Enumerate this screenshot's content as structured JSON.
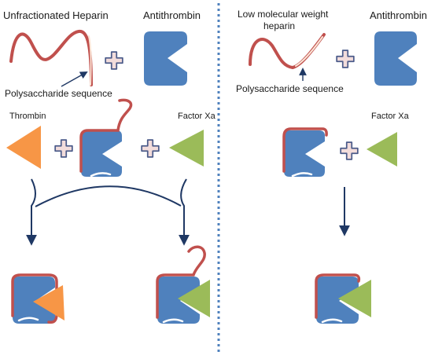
{
  "left_panel": {
    "title_heparin": "Unfractionated Heparin",
    "title_antithrombin": "Antithrombin",
    "polysaccharide_label": "Polysaccharide sequence",
    "thrombin_label": "Thrombin",
    "factor_xa_label": "Factor Xa"
  },
  "right_panel": {
    "title_heparin_line1": "Low molecular weight",
    "title_heparin_line2": "heparin",
    "title_antithrombin": "Antithrombin",
    "polysaccharide_label": "Polysaccharide sequence",
    "factor_xa_label": "Factor Xa"
  },
  "colors": {
    "antithrombin_blue": "#4f81bd",
    "heparin_red": "#c0504d",
    "thrombin_orange": "#f79646",
    "factor_xa_green": "#9bbb59",
    "plus_fill": "#f2dcdb",
    "plus_stroke": "#4b5b8a",
    "arrow_navy": "#1f3864",
    "divider": "#4f81bd"
  }
}
